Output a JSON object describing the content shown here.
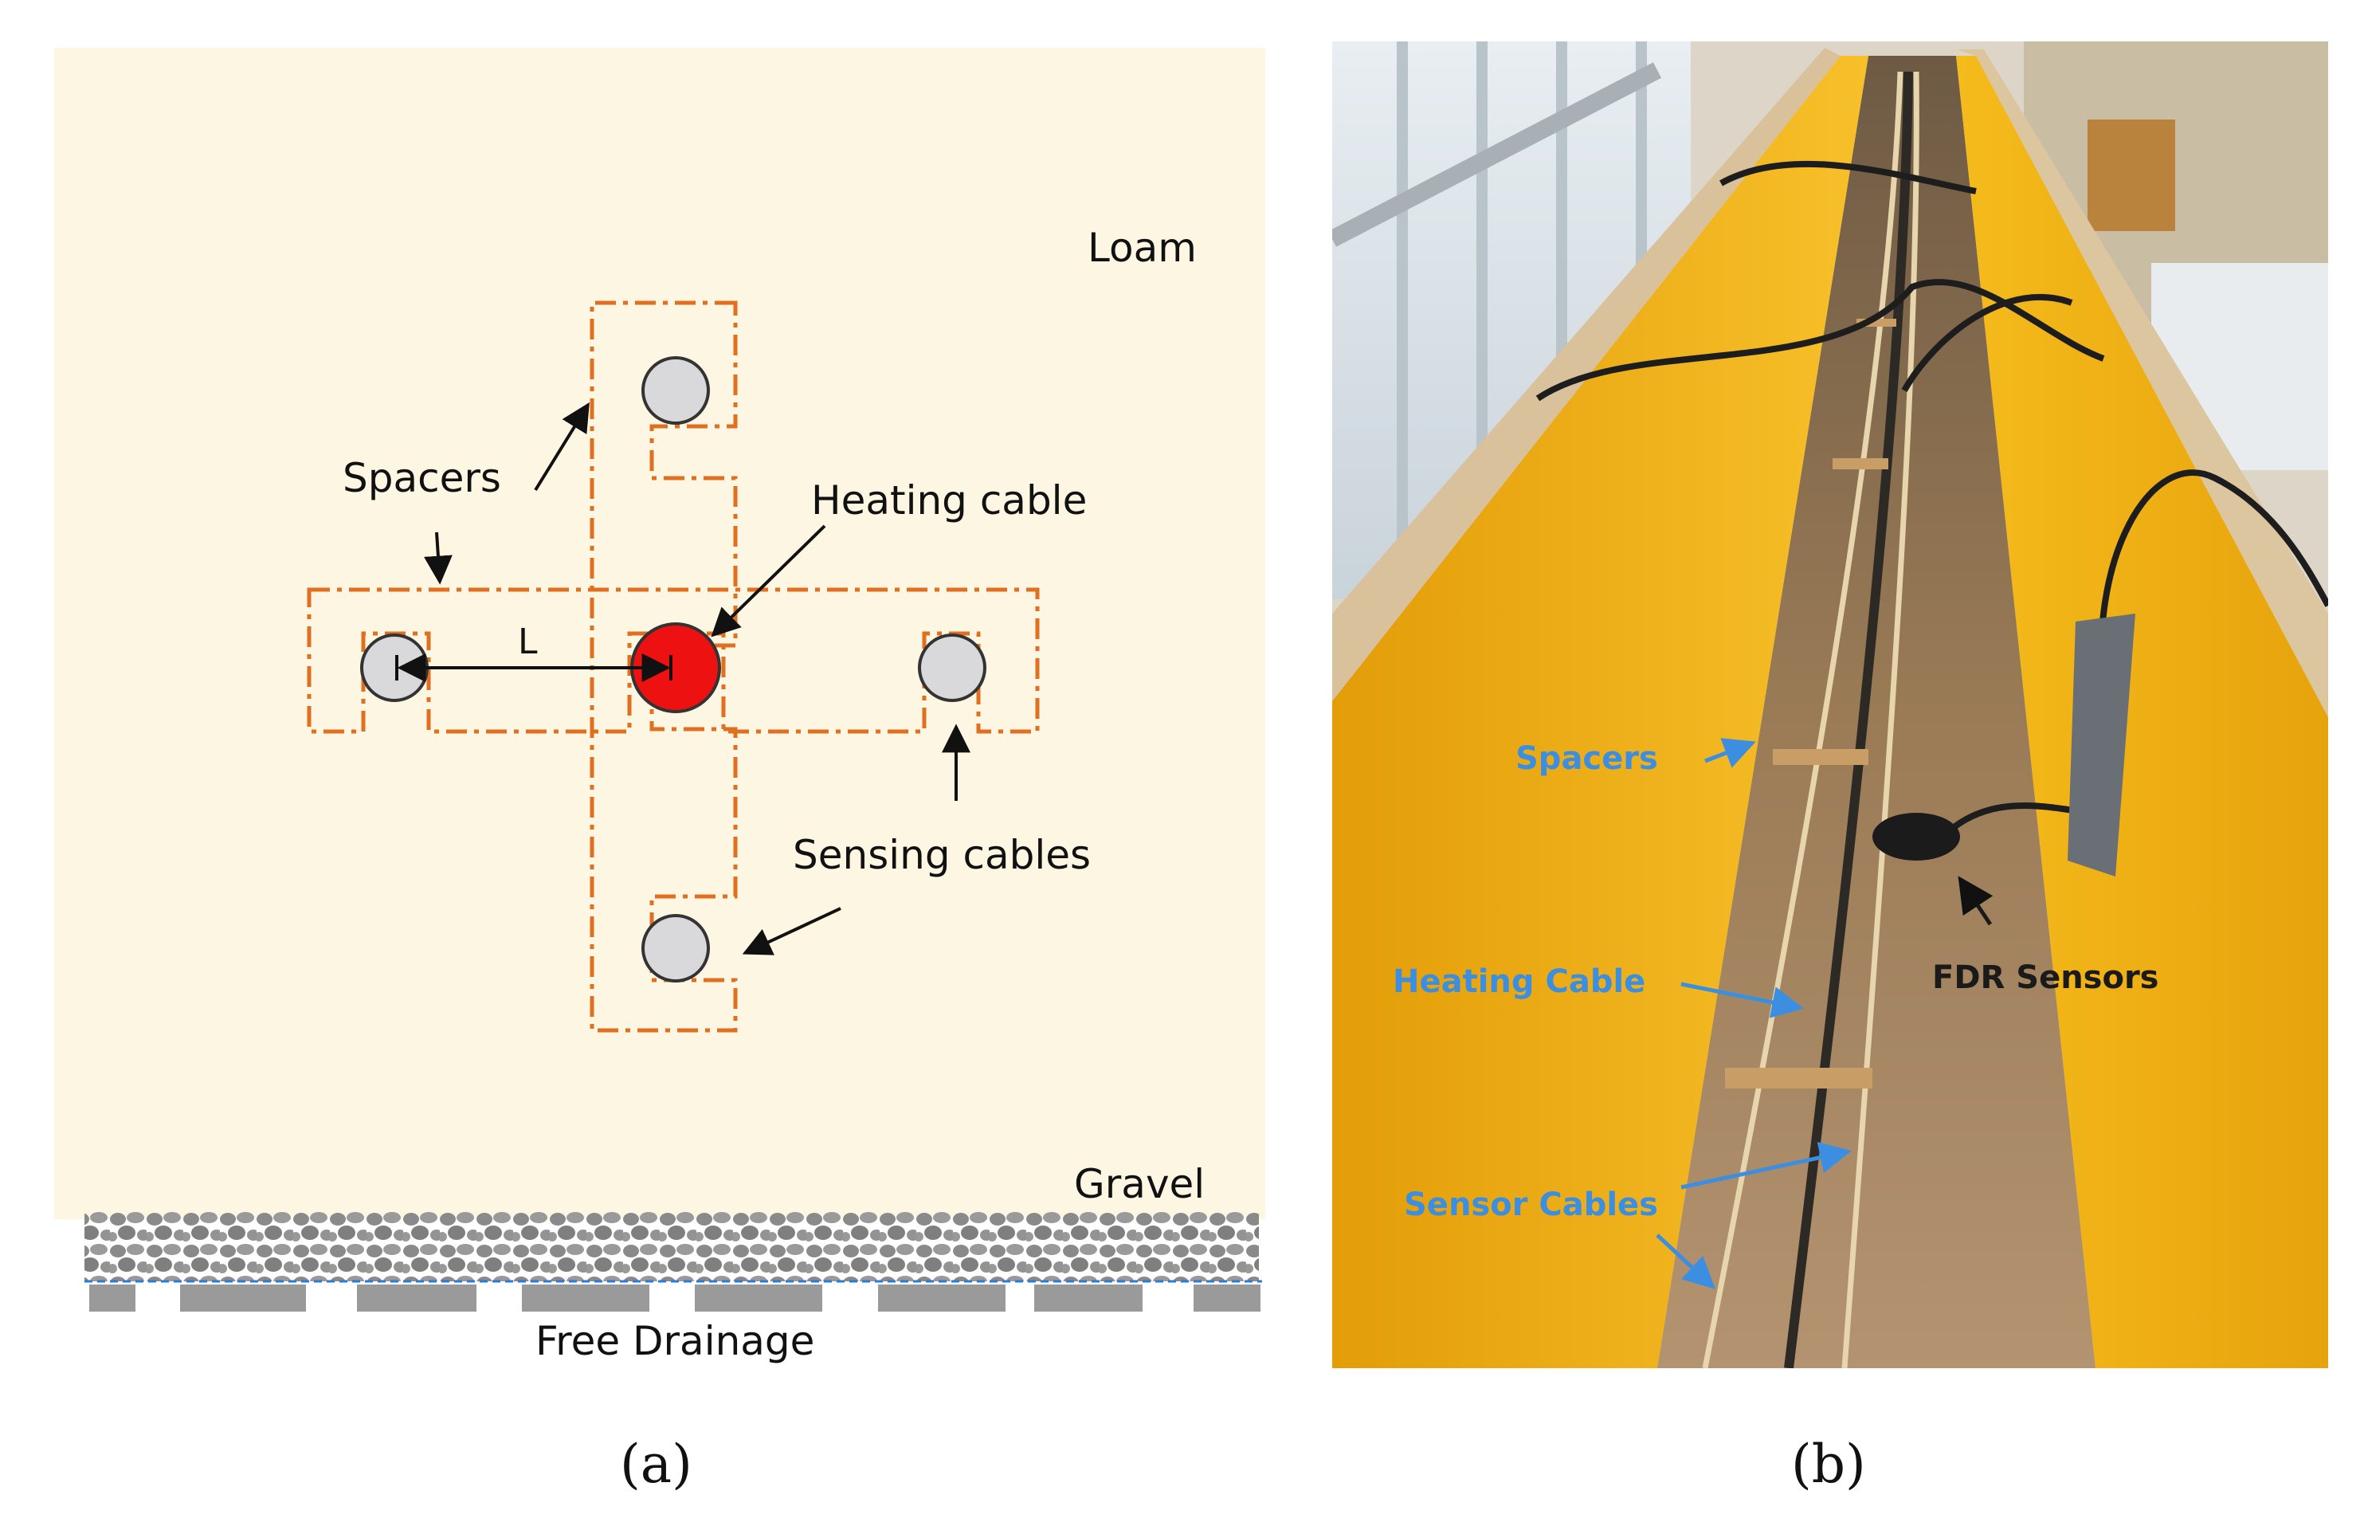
{
  "panel_a": {
    "labels": {
      "loam": "Loam",
      "spacers": "Spacers",
      "heating_cable": "Heating cable",
      "distance": "L",
      "sensing_cables": "Sensing cables",
      "gravel": "Gravel",
      "free_drainage": "Free Drainage"
    },
    "caption": "(a)"
  },
  "panel_b": {
    "labels": {
      "spacers": "Spacers",
      "heating_cable": "Heating Cable",
      "sensor_cables": "Sensor Cables",
      "fdr_sensors": "FDR Sensors"
    },
    "caption": "(b)"
  },
  "colors": {
    "loam_background": "#fdf6e3",
    "spacer_outline": "#e07020",
    "heating_cable": "#ee1111",
    "sensing_cable": "#d9d9dc",
    "gravel": "#8a8a8a",
    "annotation_blue": "#3b8ee0",
    "trough_yellow": "#f2b30f",
    "sand": "#9c7c55"
  }
}
